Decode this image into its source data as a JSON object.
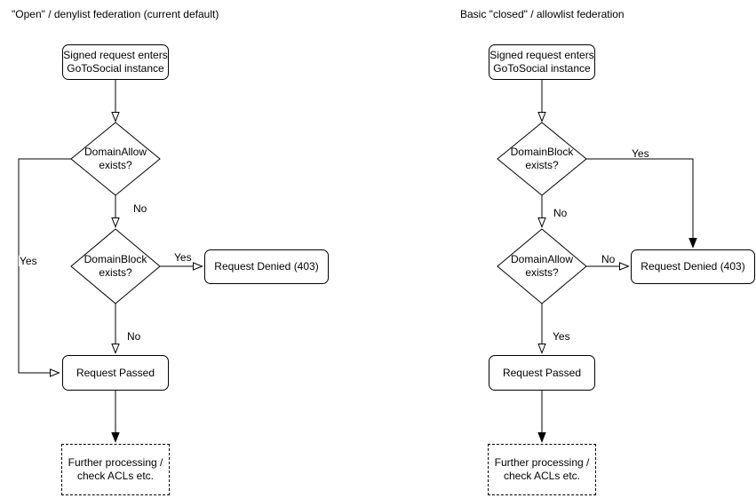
{
  "colors": {
    "stroke": "#000000",
    "text": "#000000",
    "background": "#ffffff",
    "node_fill": "#ffffff"
  },
  "left": {
    "title": "\"Open\" / denylist federation (current default)",
    "start": "Signed request enters\nGoToSocial instance",
    "decision1": "DomainAllow\nexists?",
    "decision1_yes": "Yes",
    "decision1_no": "No",
    "decision2": "DomainBlock\nexists?",
    "decision2_yes": "Yes",
    "decision2_no": "No",
    "denied": "Request Denied (403)",
    "passed": "Request Passed",
    "further": "Further processing /\ncheck ACLs etc."
  },
  "right": {
    "title": "Basic \"closed\" / allowlist federation",
    "start": "Signed request enters\nGoToSocial instance",
    "decision1": "DomainBlock\nexists?",
    "decision1_yes": "Yes",
    "decision1_no": "No",
    "decision2": "DomainAllow\nexists?",
    "decision2_no": "No",
    "decision2_yes": "Yes",
    "denied": "Request Denied (403)",
    "passed": "Request Passed",
    "further": "Further processing /\ncheck ACLs etc."
  }
}
